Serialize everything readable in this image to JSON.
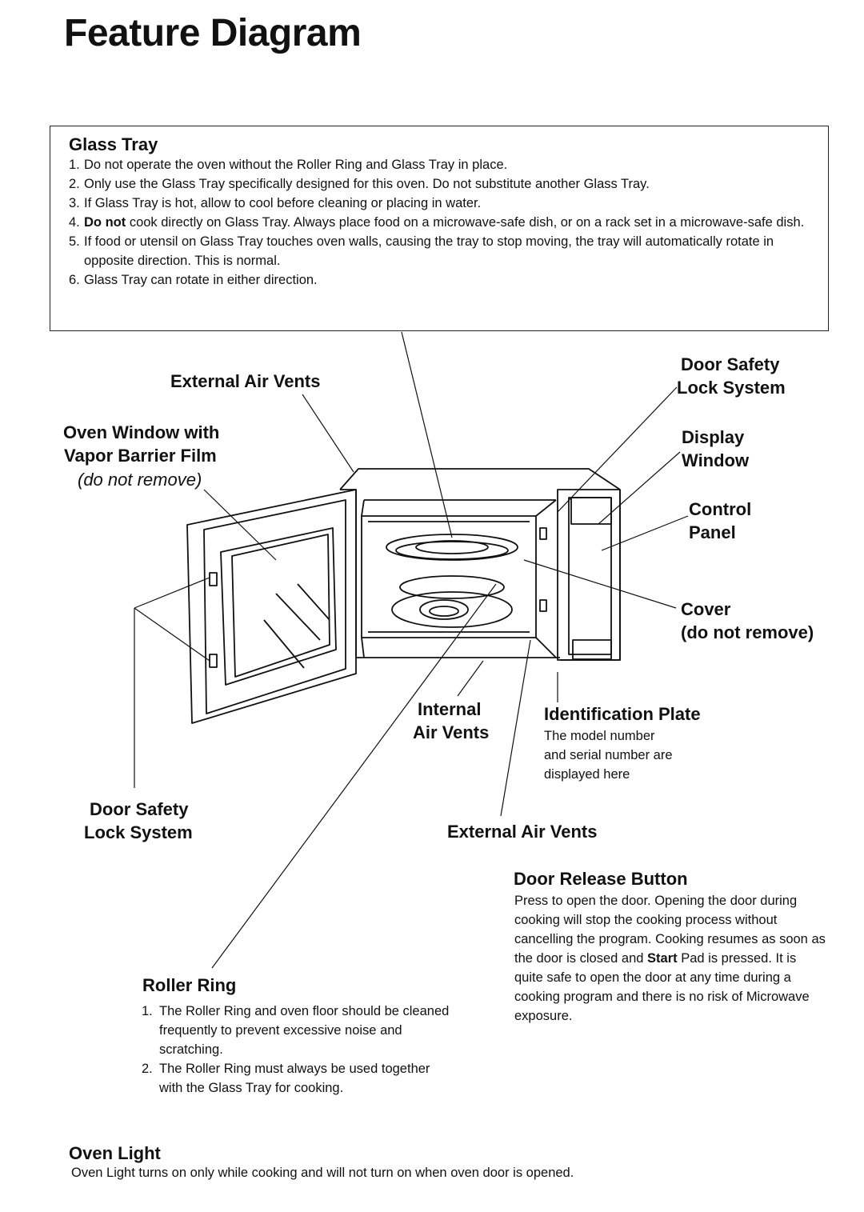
{
  "page_title": "Feature Diagram",
  "glass_tray": {
    "heading": "Glass Tray",
    "items": [
      {
        "num": "1.",
        "text": "Do not operate the oven without the Roller Ring and Glass Tray in place."
      },
      {
        "num": "2.",
        "text": "Only use the Glass Tray specifically designed for this oven. Do not substitute another Glass Tray."
      },
      {
        "num": "3.",
        "text": "If Glass Tray is hot, allow to cool before cleaning or placing in water."
      },
      {
        "num": "4.",
        "bold": "Do not",
        "text": " cook directly on Glass Tray. Always place food on a microwave-safe dish, or on a rack set in a microwave-safe dish."
      },
      {
        "num": "5.",
        "text": "If food or utensil on Glass Tray touches oven walls, causing the tray to stop moving, the tray will automatically rotate in opposite direction. This is normal."
      },
      {
        "num": "6.",
        "text": "Glass Tray can rotate in either direction."
      }
    ]
  },
  "labels": {
    "external_air_vents_top": "External Air Vents",
    "oven_window_line1": "Oven Window with",
    "oven_window_line2": "Vapor Barrier Film",
    "oven_window_note": "(do not remove)",
    "door_safety_right_line1": "Door Safety",
    "door_safety_right_line2": "Lock System",
    "display_window_line1": "Display",
    "display_window_line2": "Window",
    "control_panel_line1": "Control",
    "control_panel_line2": "Panel",
    "cover_line1": "Cover",
    "cover_line2": "(do not remove)",
    "internal_air_vents_line1": "Internal",
    "internal_air_vents_line2": "Air Vents",
    "door_safety_left_line1": "Door Safety",
    "door_safety_left_line2": "Lock System",
    "external_air_vents_bottom": "External Air Vents"
  },
  "identification_plate": {
    "heading": "Identification Plate",
    "lines": [
      "The model number",
      "and serial number are",
      "displayed here"
    ]
  },
  "door_release": {
    "heading": "Door Release Button",
    "text_before": "Press to open the door. Opening the door during cooking will stop the cooking process without cancelling the program. Cooking resumes as soon as the door is closed and ",
    "bold": "Start",
    "text_after": " Pad is pressed. It is quite safe to open the door at any time during a cooking program and there is no risk of Microwave exposure."
  },
  "roller_ring": {
    "heading": "Roller Ring",
    "items": [
      {
        "num": "1.",
        "text": "The Roller Ring and oven floor should be cleaned frequently to prevent excessive noise and scratching."
      },
      {
        "num": "2.",
        "text": "The Roller Ring must always be used together with the Glass Tray for cooking."
      }
    ]
  },
  "oven_light": {
    "heading": "Oven Light",
    "text": "Oven Light turns on only while cooking and will not turn on when oven door is opened."
  }
}
